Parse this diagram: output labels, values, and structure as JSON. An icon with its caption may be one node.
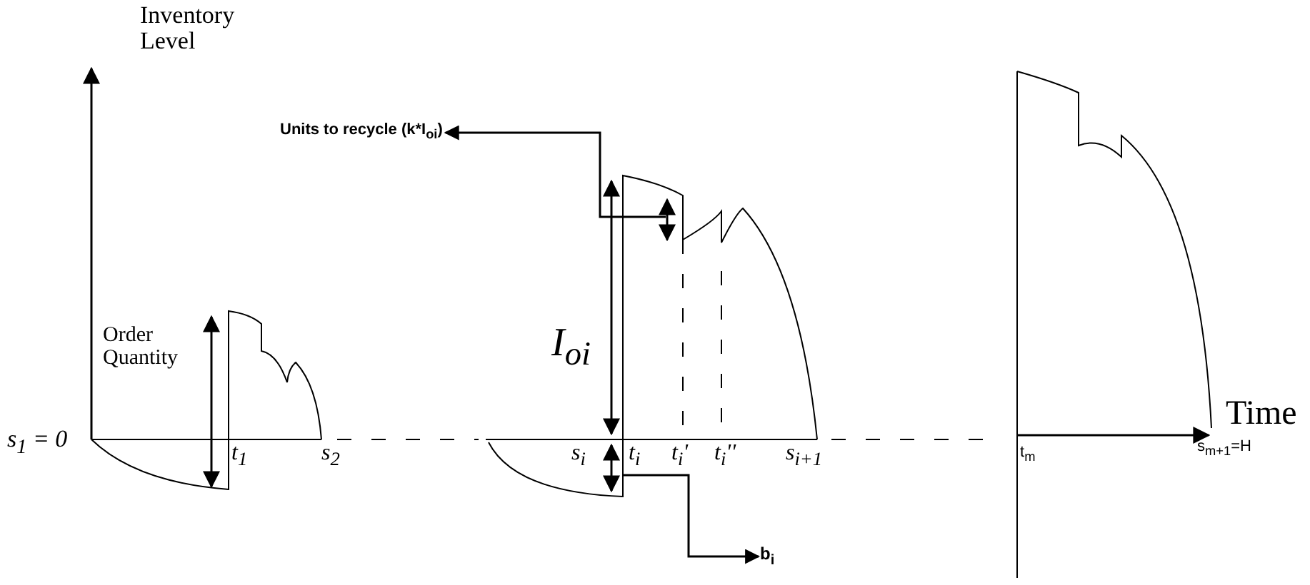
{
  "diagram": {
    "nodes": [
      {
        "text": [
          "Units to recycle (k*I$_{oi}$)"
        ]
      },
      {
        "text": [
          "b$_{i}$"
        ]
      }
    ],
    "edges": [
      {
        "from": null,
        "to": 0,
        "arrow": "to"
      },
      {
        "from": null,
        "to": 1,
        "arrow": "to"
      }
    ],
    "labels": [
      "Inventory Level",
      "Order Quantity",
      "I$_{oi}$",
      "s$_{1}$ = 0",
      "t$_{1}$",
      "s$_{2}$",
      "s$_{i}$",
      "t$_{i}$",
      "t$_{i}$'",
      "t$_{i}$''",
      "s$_{i+1}$",
      "t$_{m}$",
      "s$_{m+1}$=H",
      "Time"
    ]
  }
}
